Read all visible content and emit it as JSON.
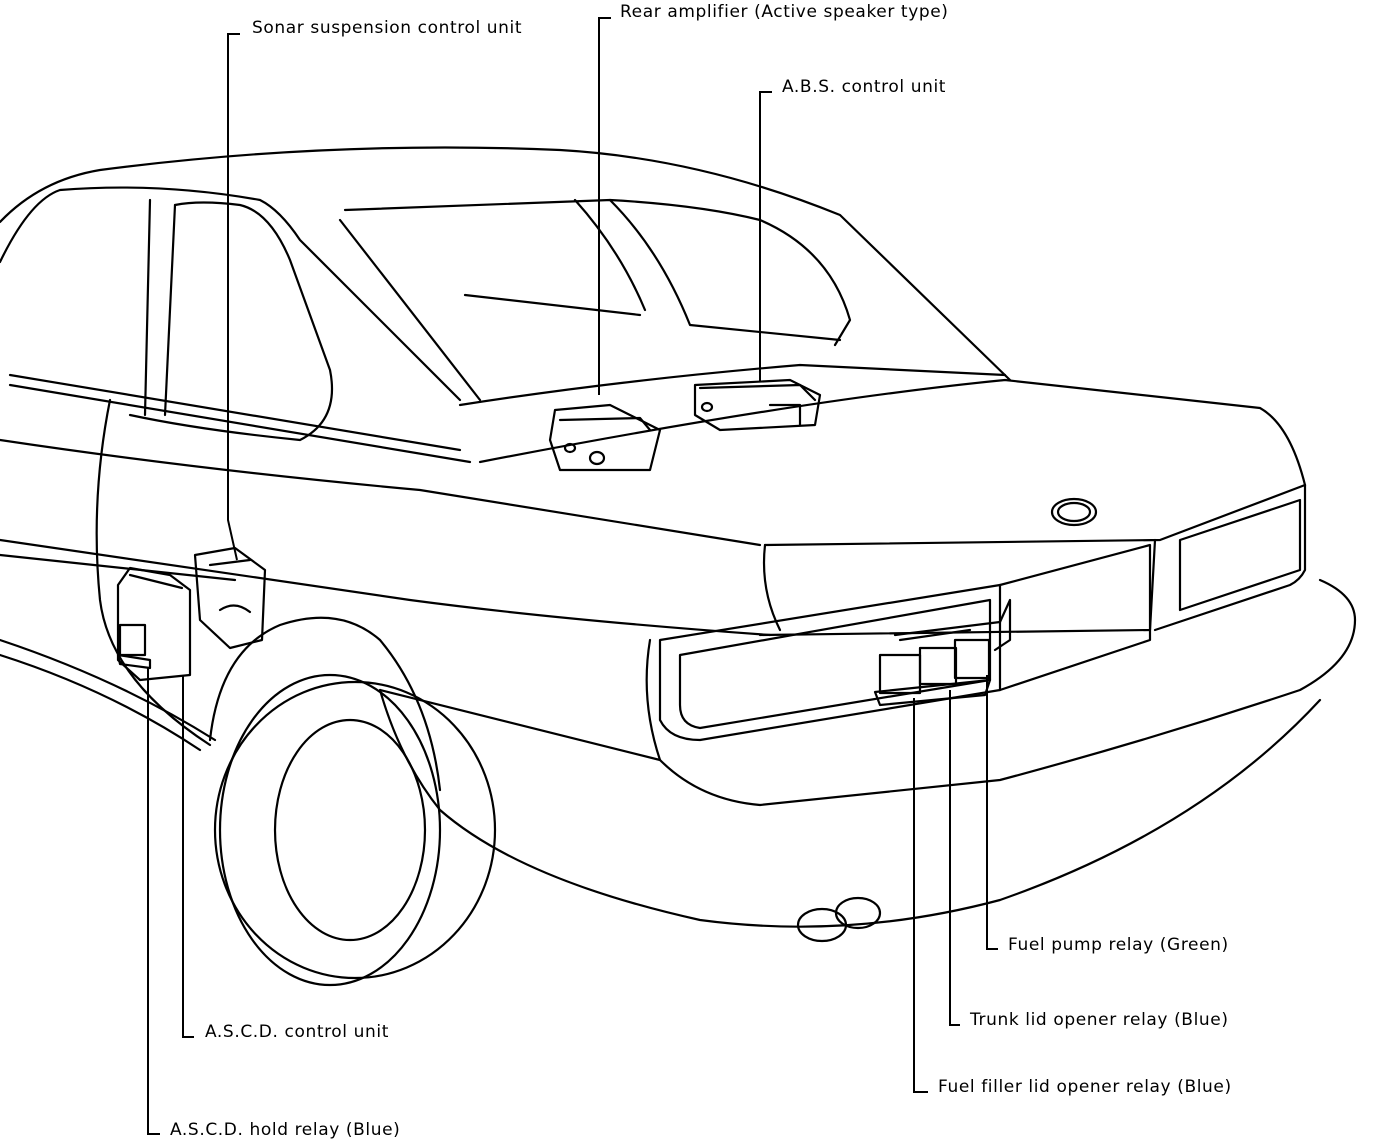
{
  "labels": {
    "sonar": "Sonar suspension control unit",
    "rear_amp": "Rear amplifier (Active speaker type)",
    "abs": "A.B.S. control unit",
    "fuel_pump": "Fuel pump relay (Green)",
    "trunk_lid": "Trunk lid opener relay (Blue)",
    "fuel_filler": "Fuel filler lid opener relay (Blue)",
    "ascd_cu": "A.S.C.D. control unit",
    "ascd_hold": "A.S.C.D. hold relay (Blue)"
  }
}
